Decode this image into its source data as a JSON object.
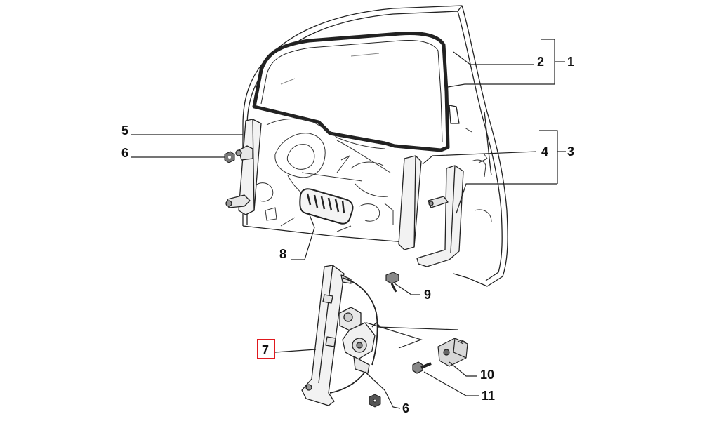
{
  "diagram": {
    "callouts": [
      {
        "id": "c2",
        "text": "2"
      },
      {
        "id": "c1",
        "text": "1"
      },
      {
        "id": "c5",
        "text": "5"
      },
      {
        "id": "c6a",
        "text": "6"
      },
      {
        "id": "c4",
        "text": "4"
      },
      {
        "id": "c3",
        "text": "3"
      },
      {
        "id": "c8",
        "text": "8"
      },
      {
        "id": "c9",
        "text": "9"
      },
      {
        "id": "c7",
        "text": "7"
      },
      {
        "id": "c10",
        "text": "10"
      },
      {
        "id": "c11",
        "text": "11"
      },
      {
        "id": "c6b",
        "text": "6"
      }
    ],
    "highlight": {
      "callout": "c7",
      "color": "#e0191e"
    },
    "line_color": "#222222",
    "panel_color": "#f2f2f2"
  }
}
